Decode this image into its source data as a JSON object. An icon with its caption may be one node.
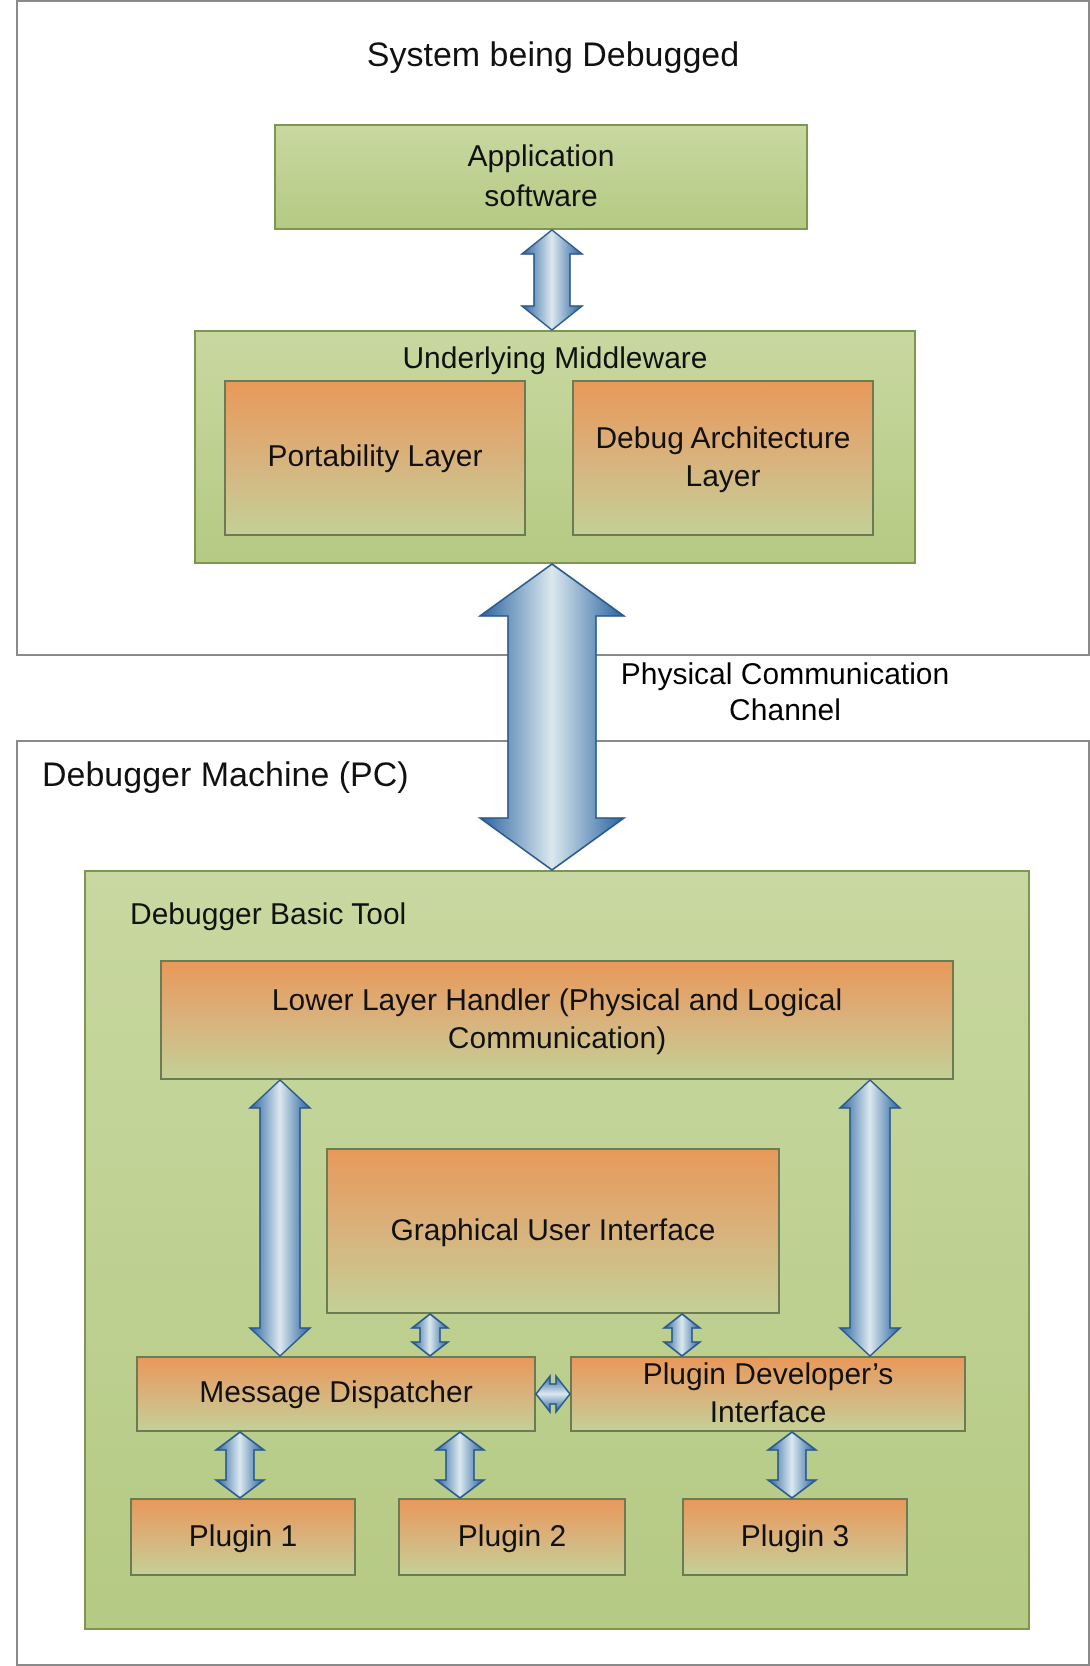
{
  "diagram": {
    "nodes": [
      {
        "text": [
          "System being Debugged"
        ]
      },
      {
        "text": [
          "Application software"
        ],
        "in": 0
      },
      {
        "text": [
          "Underlying Middleware"
        ],
        "in": 0
      },
      {
        "text": [
          "Portability Layer"
        ],
        "in": 2
      },
      {
        "text": [
          "Debug Architecture Layer"
        ],
        "in": 2
      },
      {
        "text": [
          "Debugger Machine (PC)"
        ]
      },
      {
        "text": [
          "Debugger Basic Tool"
        ],
        "in": 5
      },
      {
        "text": [
          "Lower Layer Handler (Physical and Logical Communication)"
        ],
        "in": 6
      },
      {
        "text": [
          "Graphical User Interface"
        ],
        "in": 6
      },
      {
        "text": [
          "Message Dispatcher"
        ],
        "in": 6
      },
      {
        "text": [
          "Plugin Developer’s Interface"
        ],
        "in": 6
      },
      {
        "text": [
          "Plugin 1"
        ],
        "in": 6
      },
      {
        "text": [
          "Plugin 2"
        ],
        "in": 6
      },
      {
        "text": [
          "Plugin 3"
        ],
        "in": 6
      }
    ],
    "edges": [
      {
        "from": 1,
        "to": 2,
        "arrow": "both"
      },
      {
        "from": 2,
        "to": 6,
        "arrow": "both",
        "label": "Physical Communication Channel"
      },
      {
        "from": 7,
        "to": 9,
        "arrow": "both"
      },
      {
        "from": 7,
        "to": 10,
        "arrow": "both"
      },
      {
        "from": 8,
        "to": 9,
        "arrow": "both"
      },
      {
        "from": 8,
        "to": 10,
        "arrow": "both"
      },
      {
        "from": 9,
        "to": 10,
        "arrow": "both"
      },
      {
        "from": 9,
        "to": 11,
        "arrow": "both"
      },
      {
        "from": 9,
        "to": 12,
        "arrow": "both"
      },
      {
        "from": 10,
        "to": 13,
        "arrow": "both"
      }
    ]
  }
}
